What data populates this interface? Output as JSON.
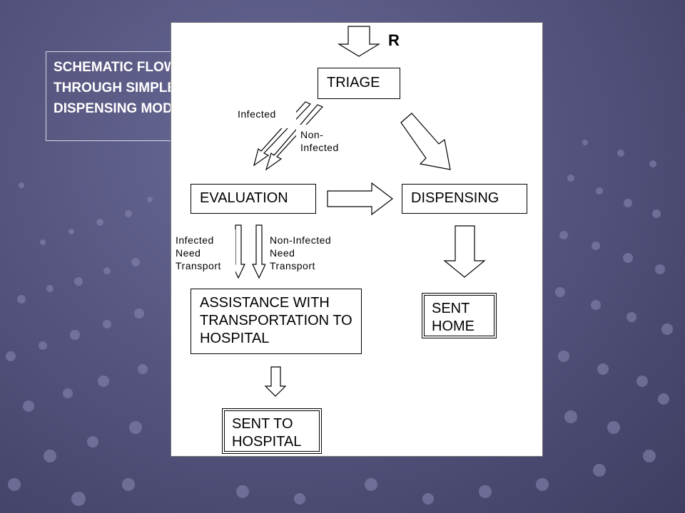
{
  "slide": {
    "title": "SCHEMATIC FLOW THROUGH SIMPLE DISPENSING MODEL"
  },
  "diagram": {
    "entry_label": "R",
    "nodes": {
      "triage": "TRIAGE",
      "evaluation": "EVALUATION",
      "dispensing": "DISPENSING",
      "assistance": "ASSISTANCE WITH TRANSPORTATION TO HOSPITAL",
      "sent_home": "SENT HOME",
      "sent_to_hospital": "SENT TO HOSPITAL"
    },
    "edge_labels": {
      "infected": "Infected",
      "non_infected": "Non-Infected",
      "infected_need_transport": "Infected Need Transport",
      "non_infected_need_transport": "Non-Infected Need Transport"
    }
  },
  "colors": {
    "background": "#55557f",
    "text_light": "#ffffff",
    "text_dark": "#000000"
  }
}
